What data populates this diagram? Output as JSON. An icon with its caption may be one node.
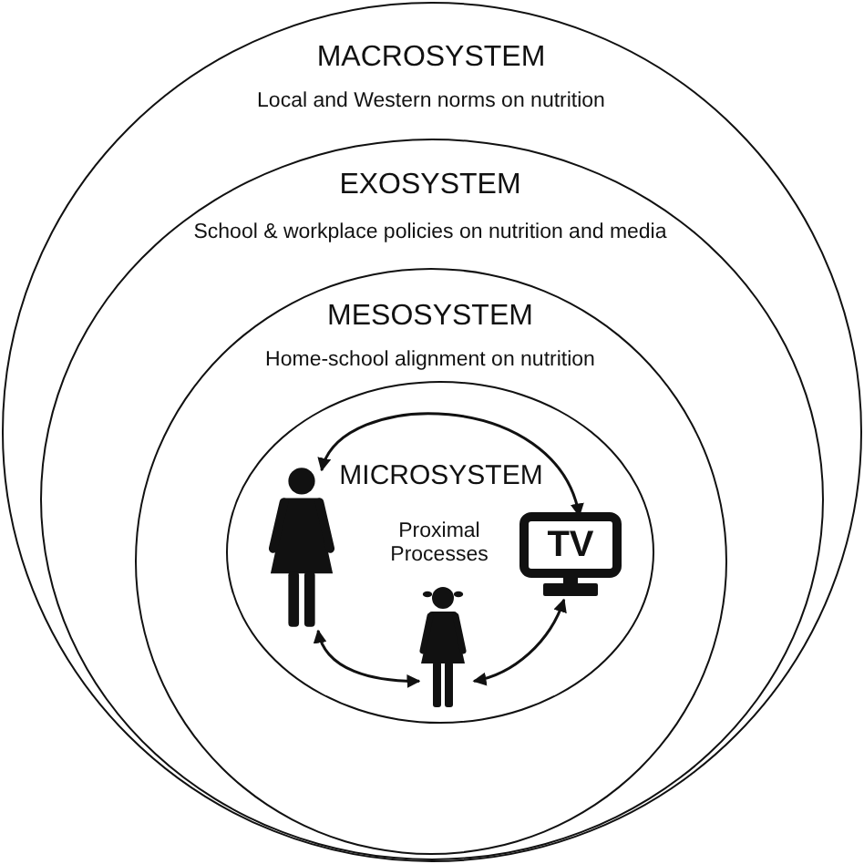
{
  "diagram": {
    "nodes": [
      {
        "text": [
          "MACROSYSTEM",
          "Local and Western norms on nutrition"
        ]
      },
      {
        "text": [
          "EXOSYSTEM",
          "School & workplace policies on nutrition and media"
        ],
        "in": 0
      },
      {
        "text": [
          "MESOSYSTEM",
          "Home-school alignment on nutrition"
        ],
        "in": 1
      },
      {
        "text": [
          "MICROSYSTEM",
          "Proximal Processes"
        ],
        "in": 2
      },
      {
        "text": [],
        "shape": "person",
        "in": 3
      },
      {
        "text": [
          "TV"
        ],
        "in": 3
      },
      {
        "text": [],
        "shape": "person",
        "in": 3
      }
    ],
    "edges": [
      {
        "from": 4,
        "to": 5,
        "arrow": "both"
      },
      {
        "from": 4,
        "to": 6,
        "arrow": "both"
      },
      {
        "from": 6,
        "to": 5,
        "arrow": "both"
      }
    ]
  }
}
